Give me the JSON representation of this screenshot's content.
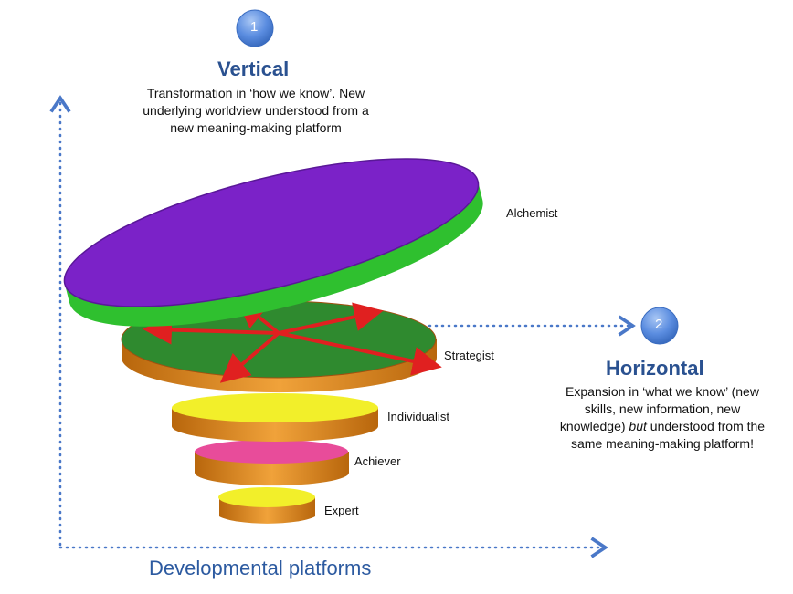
{
  "vertical": {
    "badge": "1",
    "heading": "Vertical",
    "description_lines": [
      "Transformation in ‘how we know’. New",
      "underlying worldview understood from a",
      "new meaning-making platform"
    ]
  },
  "horizontal": {
    "badge": "2",
    "heading": "Horizontal",
    "description_lines": [
      "Expansion in ‘what we know’ (new",
      "skills, new information, new",
      "knowledge) ",
      "but",
      " understood from the",
      "same meaning-making platform!"
    ]
  },
  "levels": [
    {
      "label": "Alchemist"
    },
    {
      "label": "Strategist"
    },
    {
      "label": "Individualist"
    },
    {
      "label": "Achiever"
    },
    {
      "label": "Expert"
    }
  ],
  "axis_title": "Developmental platforms",
  "colors": {
    "heading": "#2a5190",
    "badge": "#5b8de0",
    "axis": "#4a78c8",
    "alchemist_top": "#7b22c8",
    "alchemist_side": "#2fc02f",
    "strategist_top": "#2f8a2f",
    "rim": "#e08a1a",
    "individualist_top": "#f2ef2a",
    "achiever_top": "#e84c9a",
    "expert_top": "#f2ef2a",
    "arrows": "#e02020"
  }
}
